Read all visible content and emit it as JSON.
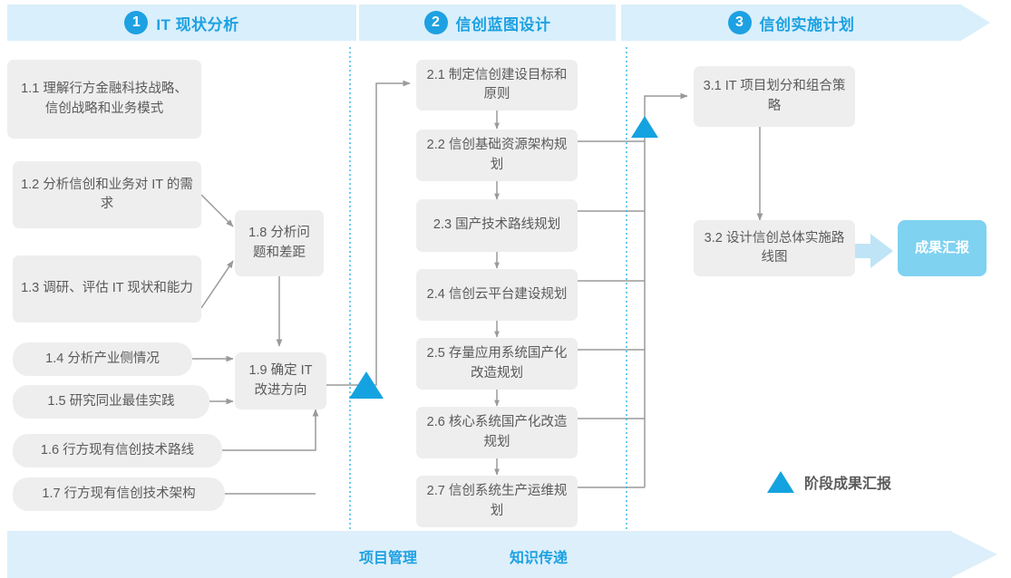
{
  "phases": [
    {
      "num": "1",
      "title": "IT 现状分析"
    },
    {
      "num": "2",
      "title": "信创蓝图设计"
    },
    {
      "num": "3",
      "title": "信创实施计划"
    }
  ],
  "phase1_tasks": [
    {
      "id": "1.1",
      "label": "1.1 理解行方金融科技战略、信创战略和业务模式"
    },
    {
      "id": "1.2",
      "label": "1.2 分析信创和业务对 IT 的需求"
    },
    {
      "id": "1.3",
      "label": "1.3 调研、评估 IT 现状和能力"
    },
    {
      "id": "1.4",
      "label": "1.4 分析产业侧情况"
    },
    {
      "id": "1.5",
      "label": "1.5 研究同业最佳实践"
    },
    {
      "id": "1.6",
      "label": "1.6 行方现有信创技术路线"
    },
    {
      "id": "1.7",
      "label": "1.7 行方现有信创技术架构"
    },
    {
      "id": "1.8",
      "label": "1.8 分析问题和差距"
    },
    {
      "id": "1.9",
      "label": "1.9 确定 IT 改进方向"
    }
  ],
  "phase2_tasks": [
    {
      "id": "2.1",
      "label": "2.1 制定信创建设目标和原则"
    },
    {
      "id": "2.2",
      "label": "2.2 信创基础资源架构规划"
    },
    {
      "id": "2.3",
      "label": "2.3 国产技术路线规划"
    },
    {
      "id": "2.4",
      "label": "2.4 信创云平台建设规划"
    },
    {
      "id": "2.5",
      "label": "2.5 存量应用系统国产化改造规划"
    },
    {
      "id": "2.6",
      "label": "2.6 核心系统国产化改造规划"
    },
    {
      "id": "2.7",
      "label": "2.7 信创系统生产运维规划"
    }
  ],
  "phase3_tasks": [
    {
      "id": "3.1",
      "label": "3.1 IT 项目划分和组合策略"
    },
    {
      "id": "3.2",
      "label": "3.2 设计信创总体实施路线图"
    }
  ],
  "deliverable": {
    "label": "成果汇报"
  },
  "legend": {
    "label": "阶段成果汇报",
    "icon": "triangle-up-icon"
  },
  "footer": {
    "item1": "项目管理",
    "item2": "知识传递"
  },
  "colors": {
    "accent": "#1da1e2",
    "banner_bg": "#d9effb",
    "footer_bg": "#ddeffa",
    "box_bg": "#eeeeee",
    "box_text": "#5a5a5a",
    "badge_bg": "#7fd2f0",
    "milestone": "#14a3e0",
    "connector": "#9a9a9a",
    "divider": "#29b6e8"
  }
}
